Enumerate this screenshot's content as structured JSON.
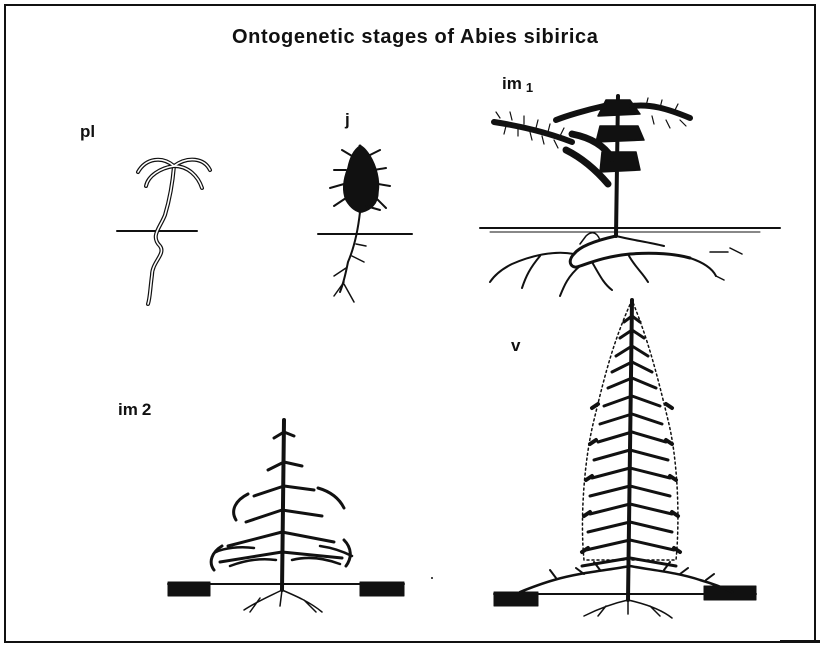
{
  "figure": {
    "title": "Ontogenetic stages of Abies sibirica",
    "stages": {
      "pl": "pl",
      "j": "j",
      "im1": {
        "base": "im",
        "sub": "1"
      },
      "im2": {
        "base": "im",
        "num": "2"
      },
      "v": "v"
    }
  },
  "colors": {
    "ink": "#111111",
    "background": "#ffffff"
  }
}
